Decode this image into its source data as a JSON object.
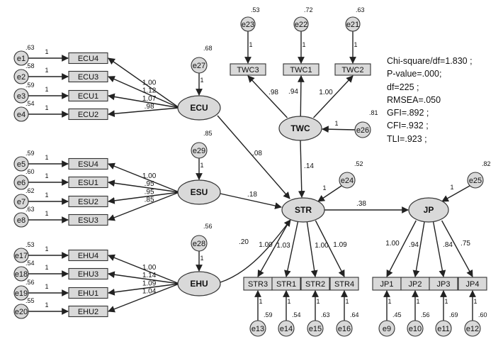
{
  "fit_stats": [
    "Chi-square/df=1.830 ;",
    "P-value=.000;",
    "df=225 ;",
    "RMSEA=.050",
    "GFI=.892 ;",
    "CFI=.932 ;",
    "TLI=.923 ;"
  ],
  "latents": {
    "ECU": "ECU",
    "ESU": "ESU",
    "EHU": "EHU",
    "TWC": "TWC",
    "STR": "STR",
    "JP": "JP"
  },
  "indicators": {
    "ECU4": "ECU4",
    "ECU3": "ECU3",
    "ECU1": "ECU1",
    "ECU2": "ECU2",
    "ESU4": "ESU4",
    "ESU1": "ESU1",
    "ESU2": "ESU2",
    "ESU3": "ESU3",
    "EHU4": "EHU4",
    "EHU3": "EHU3",
    "EHU1": "EHU1",
    "EHU2": "EHU2",
    "TWC3": "TWC3",
    "TWC1": "TWC1",
    "TWC2": "TWC2",
    "STR3": "STR3",
    "STR1": "STR1",
    "STR2": "STR2",
    "STR4": "STR4",
    "JP1": "JP1",
    "JP2": "JP2",
    "JP3": "JP3",
    "JP4": "JP4"
  },
  "errors": {
    "e1": "e1",
    "e2": "e2",
    "e3": "e3",
    "e4": "e4",
    "e5": "e5",
    "e6": "e6",
    "e7": "e7",
    "e8": "e8",
    "e17": "e17",
    "e18": "e18",
    "e19": "e19",
    "e20": "e20",
    "e21": "e21",
    "e22": "e22",
    "e23": "e23",
    "e24": "e24",
    "e25": "e25",
    "e26": "e26",
    "e27": "e27",
    "e28": "e28",
    "e29": "e29",
    "e9": "e9",
    "e10": "e10",
    "e11": "e11",
    "e12": "e12",
    "e13": "e13",
    "e14": "e14",
    "e15": "e15",
    "e16": "e16"
  },
  "variances": {
    "e1": ".63",
    "e2": ".58",
    "e3": ".59",
    "e4": ".54",
    "e5": ".59",
    "e6": ".60",
    "e7": ".62",
    "e8": ".63",
    "e17": ".53",
    "e18": ".54",
    "e19": ".56",
    "e20": ".55",
    "e23": ".53",
    "e22": ".72",
    "e21": ".63",
    "e27": ".68",
    "e29": ".85",
    "e28": ".56",
    "e26": ".81",
    "e24": ".52",
    "e25": ".82",
    "e13": ".59",
    "e14": ".54",
    "e15": ".63",
    "e16": ".64",
    "e9": ".45",
    "e10": ".56",
    "e11": ".69",
    "e12": ".60"
  },
  "fixed_path": "1",
  "loadings": {
    "ECU4": "1.00",
    "ECU3": "1.12",
    "ECU1": "1.07",
    "ECU2": ".98",
    "ESU4": "1.00",
    "ESU1": ".95",
    "ESU2": ".95",
    "ESU3": ".85",
    "EHU4": "1.00",
    "EHU3": "1.14",
    "EHU1": "1.09",
    "EHU2": "1.04",
    "TWC3": ".98",
    "TWC1": ".94",
    "TWC2": "1.00",
    "STR3": "1.00",
    "STR1": "1.03",
    "STR2": "1.00",
    "STR4": "1.09",
    "JP1": "1.00",
    "JP2": ".94",
    "JP3": ".84",
    "JP4": ".75"
  },
  "structural": {
    "ECU_STR": ".08",
    "ESU_STR": ".18",
    "EHU_STR": ".20",
    "TWC_STR": ".14",
    "STR_JP": ".38"
  }
}
